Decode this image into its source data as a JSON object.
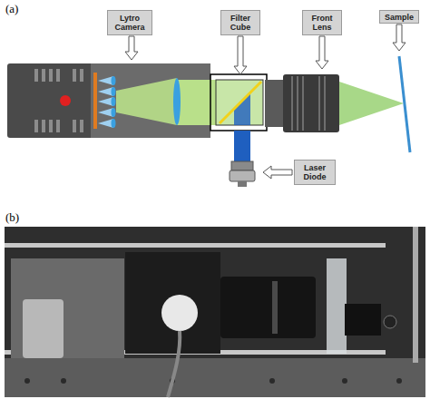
{
  "diagram": {
    "nodes": [
      {
        "text": [
          "Lytro Camera"
        ]
      },
      {
        "text": [
          "Filter Cube"
        ]
      },
      {
        "text": [
          "Front Lens"
        ]
      },
      {
        "text": [
          "Sample"
        ]
      },
      {
        "text": [
          "Laser Diode"
        ]
      }
    ],
    "labels": [
      "(a)",
      "(b)"
    ]
  }
}
